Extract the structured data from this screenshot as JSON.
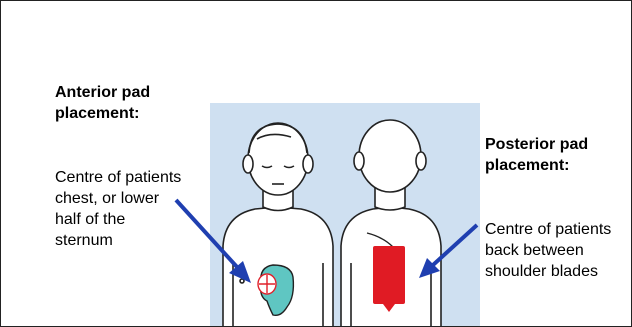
{
  "anterior": {
    "title_line1": "Anterior pad",
    "title_line2": "placement:",
    "desc_line1": "Centre of patients",
    "desc_line2": "chest, or lower",
    "desc_line3": "half of the",
    "desc_line4": "sternum"
  },
  "posterior": {
    "title_line1": "Posterior pad",
    "title_line2": "placement:",
    "desc_line1": "Centre of patients",
    "desc_line2": "back between",
    "desc_line3": "shoulder blades"
  },
  "colors": {
    "panel_background": "#cfe0f1",
    "arrow": "#1f3fb0",
    "anterior_pad": "#5fc6c2",
    "anterior_pad_marker": "#e0202a",
    "posterior_pad": "#e01b24"
  }
}
